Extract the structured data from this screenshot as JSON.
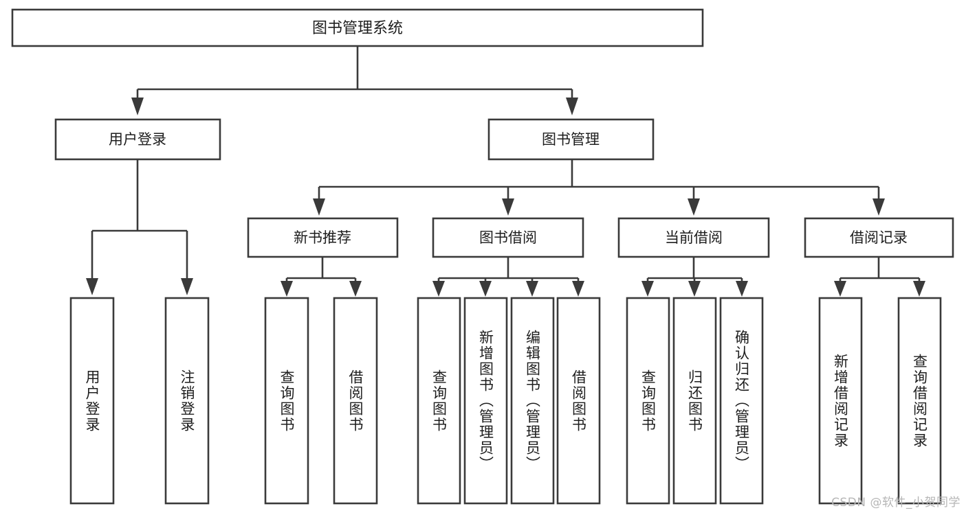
{
  "diagram": {
    "title": "图书管理系统",
    "type": "tree-hierarchy",
    "root": {
      "id": "root",
      "label": "图书管理系统",
      "orientation": "horizontal"
    },
    "level2": [
      {
        "id": "user-login",
        "label": "用户登录",
        "orientation": "horizontal"
      },
      {
        "id": "book-management",
        "label": "图书管理",
        "orientation": "horizontal"
      }
    ],
    "level3": [
      {
        "id": "new-book-recommend",
        "label": "新书推荐",
        "orientation": "horizontal",
        "parent": "book-management"
      },
      {
        "id": "book-borrow",
        "label": "图书借阅",
        "orientation": "horizontal",
        "parent": "book-management"
      },
      {
        "id": "current-borrow",
        "label": "当前借阅",
        "orientation": "horizontal",
        "parent": "book-management"
      },
      {
        "id": "borrow-record",
        "label": "借阅记录",
        "orientation": "horizontal",
        "parent": "book-management"
      }
    ],
    "leaves": [
      {
        "id": "leaf-user-login",
        "label": "用户登录",
        "parent": "user-login",
        "orientation": "vertical"
      },
      {
        "id": "leaf-user-logout",
        "label": "注销登录",
        "parent": "user-login",
        "orientation": "vertical"
      },
      {
        "id": "leaf-query-book-1",
        "label": "查询图书",
        "parent": "new-book-recommend",
        "orientation": "vertical"
      },
      {
        "id": "leaf-borrow-book-1",
        "label": "借阅图书",
        "parent": "new-book-recommend",
        "orientation": "vertical"
      },
      {
        "id": "leaf-query-book-2",
        "label": "查询图书",
        "parent": "book-borrow",
        "orientation": "vertical"
      },
      {
        "id": "leaf-add-book",
        "label": "新增图书（管理员）",
        "parent": "book-borrow",
        "orientation": "vertical"
      },
      {
        "id": "leaf-edit-book",
        "label": "编辑图书（管理员）",
        "parent": "book-borrow",
        "orientation": "vertical"
      },
      {
        "id": "leaf-borrow-book-2",
        "label": "借阅图书",
        "parent": "book-borrow",
        "orientation": "vertical"
      },
      {
        "id": "leaf-query-book-3",
        "label": "查询图书",
        "parent": "current-borrow",
        "orientation": "vertical"
      },
      {
        "id": "leaf-return-book",
        "label": "归还图书",
        "parent": "current-borrow",
        "orientation": "vertical"
      },
      {
        "id": "leaf-confirm-return",
        "label": "确认归还（管理员）",
        "parent": "current-borrow",
        "orientation": "vertical"
      },
      {
        "id": "leaf-add-record",
        "label": "新增借阅记录",
        "parent": "borrow-record",
        "orientation": "vertical"
      },
      {
        "id": "leaf-query-record",
        "label": "查询借阅记录",
        "parent": "borrow-record",
        "orientation": "vertical"
      }
    ]
  },
  "watermark": {
    "text": "CSDN @软件_小贺同学"
  },
  "colors": {
    "stroke": "#3a3a3a",
    "box_fill": "#ffffff",
    "text": "#1d1d1d",
    "watermark": "#b6b6b6",
    "background": "#ffffff"
  }
}
